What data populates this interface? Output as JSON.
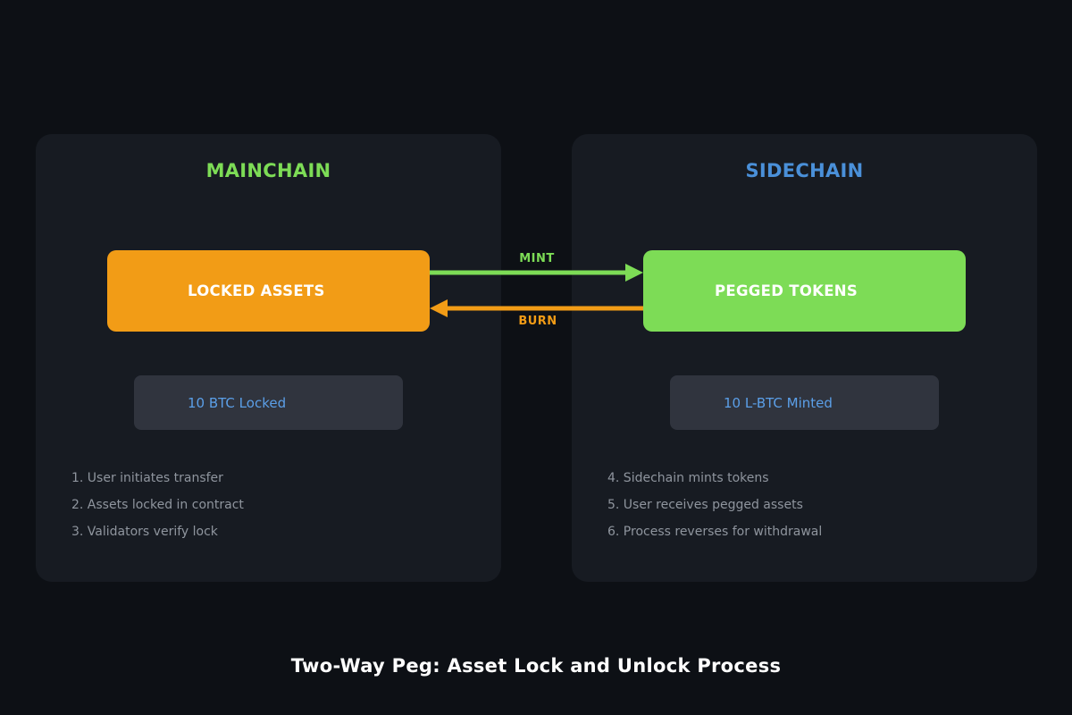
{
  "mainchain": {
    "title": "MAINCHAIN",
    "box_label": "LOCKED ASSETS",
    "status": "10 BTC Locked",
    "steps": [
      "1. User initiates transfer",
      "2. Assets locked in contract",
      "3. Validators verify lock"
    ]
  },
  "sidechain": {
    "title": "SIDECHAIN",
    "box_label": "PEGGED TOKENS",
    "status": "10 L-BTC Minted",
    "steps": [
      "4. Sidechain mints tokens",
      "5. User receives pegged assets",
      "6. Process reverses for withdrawal"
    ]
  },
  "arrows": {
    "mint_label": "MINT",
    "burn_label": "BURN"
  },
  "caption": "Two-Way Peg: Asset Lock and Unlock Process",
  "colors": {
    "background": "#0d1015",
    "panel": "#171b22",
    "mainchain_title": "#7ddc56",
    "sidechain_title": "#4a90d9",
    "locked_box": "#f29c16",
    "pegged_box": "#7ddc56",
    "mint_arrow": "#7ddc56",
    "burn_arrow": "#f29c16",
    "status_text": "#5b9fe8",
    "step_text": "#8f959e"
  }
}
